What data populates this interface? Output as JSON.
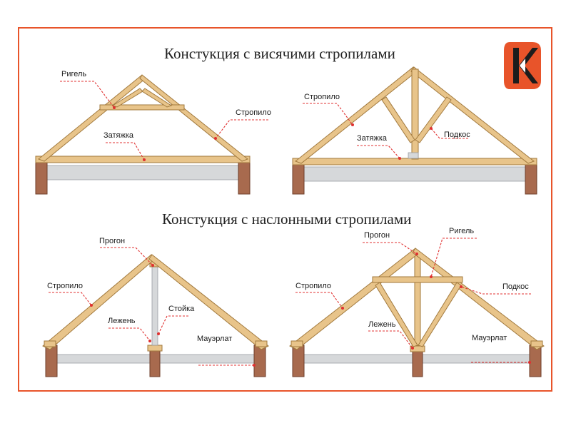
{
  "titles": {
    "top": "Констукция с висячими стропилами",
    "bottom": "Констукция с наслонными стропилами"
  },
  "labels": {
    "d1_rigel": "Ригель",
    "d1_stropilo": "Стропило",
    "d1_zatyazhka": "Затяжка",
    "d2_stropilo": "Стропило",
    "d2_zatyazhka": "Затяжка",
    "d2_podkos": "Подкос",
    "d3_progon": "Прогон",
    "d3_stropilo": "Стропило",
    "d3_stoyka": "Стойка",
    "d3_lezhen": "Лежень",
    "d3_mauerlat": "Мауэрлат",
    "d4_progon": "Прогон",
    "d4_rigel": "Ригель",
    "d4_stropilo": "Стропило",
    "d4_podkos": "Подкос",
    "d4_lezhen": "Лежень",
    "d4_mauerlat": "Мауэрлат"
  },
  "logo": {
    "name": "logo-icon",
    "letter": "К"
  },
  "colors": {
    "frame": "#e8542a",
    "wood": "#e8c48a",
    "wood_edge": "#a27a3e",
    "wall": "#a86a4e",
    "wall_edge": "#6e3e2a",
    "beam_gray": "#d6d8da",
    "leader": "#e03030"
  }
}
